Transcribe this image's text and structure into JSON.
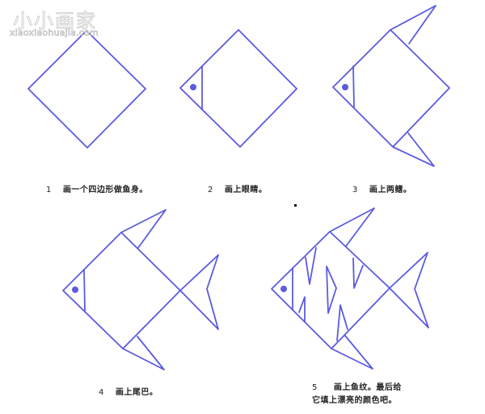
{
  "watermark": {
    "title": "小小画家",
    "url": "xiaoxiaohuajia.com"
  },
  "colors": {
    "line": "#5b5be0",
    "watermark": "#bdbdbd",
    "text": "#222222"
  },
  "steps": [
    {
      "number": "1",
      "text": "画一个四边形做鱼身。"
    },
    {
      "number": "2",
      "text": "画上眼睛。"
    },
    {
      "number": "3",
      "text": "画上两鳍。"
    },
    {
      "number": "4",
      "text": "画上尾巴。"
    },
    {
      "number": "5",
      "text": "画上鱼纹。最后给",
      "text2": "它填上漂亮的颜色吧。"
    }
  ]
}
